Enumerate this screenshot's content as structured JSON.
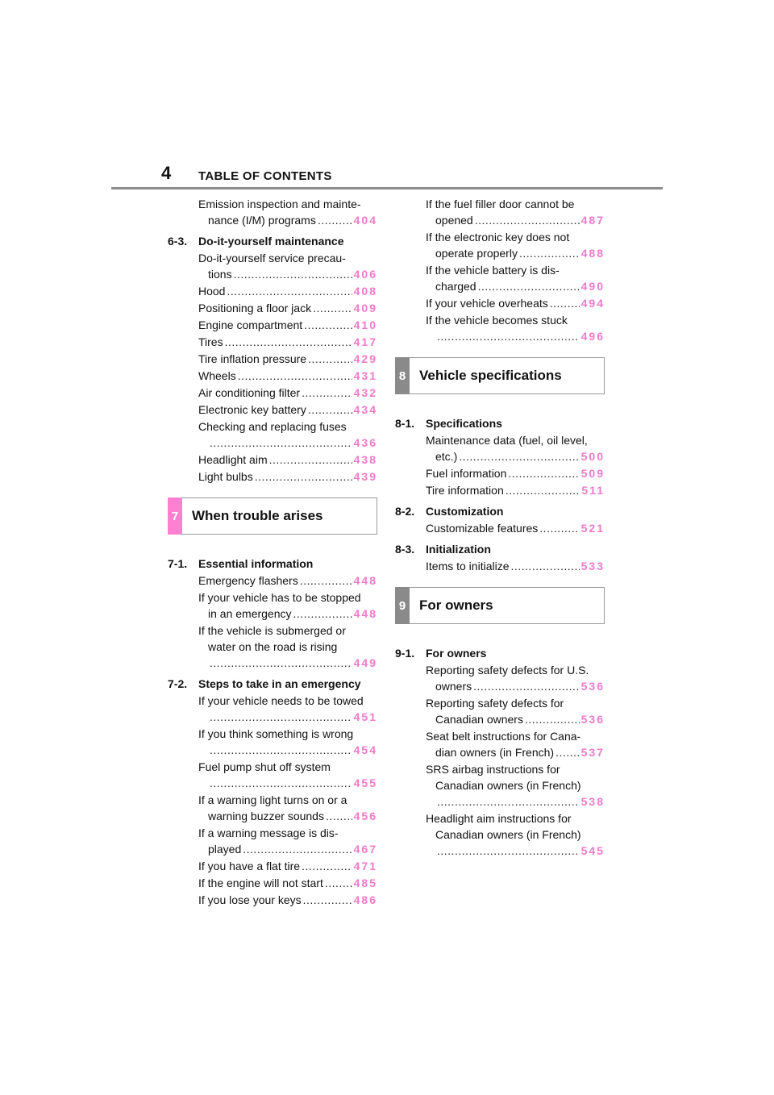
{
  "header": {
    "page_number": "4",
    "title": "TABLE OF CONTENTS"
  },
  "colors": {
    "page_link": "#f07acb",
    "chapter_tab_pink": "#ff7fd0",
    "chapter_tab_gray": "#8a8a8a",
    "rule": "#8c8c8c"
  },
  "left": {
    "cont_entry": {
      "line1": "Emission inspection and mainte-",
      "line2": "nance (I/M) programs",
      "page": "404"
    },
    "sec_6_3": {
      "num": "6-3.",
      "title": "Do-it-yourself maintenance",
      "entries": [
        {
          "line1": "Do-it-yourself service precau-",
          "line2": "tions",
          "page": "406"
        },
        {
          "line1": "Hood",
          "page": "408"
        },
        {
          "line1": "Positioning a floor jack",
          "page": "409"
        },
        {
          "line1": "Engine compartment",
          "page": "410"
        },
        {
          "line1": "Tires",
          "page": "417"
        },
        {
          "line1": "Tire inflation pressure",
          "page": "429"
        },
        {
          "line1": "Wheels",
          "page": "431"
        },
        {
          "line1": "Air conditioning filter",
          "page": "432"
        },
        {
          "line1": "Electronic key battery",
          "page": "434"
        },
        {
          "line1": "Checking and replacing fuses",
          "line2": "",
          "page": "436"
        },
        {
          "line1": "Headlight aim",
          "page": "438"
        },
        {
          "line1": "Light bulbs",
          "page": "439"
        }
      ]
    },
    "chapter7": {
      "num": "7",
      "title": "When trouble arises"
    },
    "sec_7_1": {
      "num": "7-1.",
      "title": "Essential information",
      "entries": [
        {
          "line1": "Emergency flashers",
          "page": "448"
        },
        {
          "line1": "If your vehicle has to be stopped",
          "line2": "in an emergency",
          "page": "448"
        },
        {
          "line1": "If the vehicle is submerged or",
          "line2": "water on the road is rising",
          "line3": "",
          "page": "449"
        }
      ]
    },
    "sec_7_2": {
      "num": "7-2.",
      "title": "Steps to take in an emergency",
      "entries": [
        {
          "line1": "If your vehicle needs to be towed",
          "line2": "",
          "page": "451"
        },
        {
          "line1": "If you think something is wrong",
          "line2": "",
          "page": "454"
        },
        {
          "line1": "Fuel pump shut off system",
          "line2": "",
          "page": "455"
        },
        {
          "line1": "If a warning light turns on or a",
          "line2": "warning buzzer sounds",
          "page": "456"
        },
        {
          "line1": "If a warning message is dis-",
          "line2": "played",
          "page": "467"
        },
        {
          "line1": "If you have a flat tire",
          "page": "471"
        },
        {
          "line1": "If the engine will not start",
          "page": "485"
        },
        {
          "line1": "If you lose your keys",
          "page": "486"
        }
      ]
    }
  },
  "right": {
    "cont_entries": [
      {
        "line1": "If the fuel filler door cannot be",
        "line2": "opened",
        "page": "487"
      },
      {
        "line1": "If the electronic key does not",
        "line2": "operate properly",
        "page": "488"
      },
      {
        "line1": "If the vehicle battery is dis-",
        "line2": "charged",
        "page": "490"
      },
      {
        "line1": "If your vehicle overheats",
        "page": "494"
      },
      {
        "line1": "If the vehicle becomes stuck",
        "line2": "",
        "page": "496"
      }
    ],
    "chapter8": {
      "num": "8",
      "title": "Vehicle specifications"
    },
    "sec_8_1": {
      "num": "8-1.",
      "title": "Specifications",
      "entries": [
        {
          "line1": "Maintenance data (fuel, oil level,",
          "line2": "etc.)",
          "page": "500"
        },
        {
          "line1": "Fuel information",
          "page": "509"
        },
        {
          "line1": "Tire information",
          "page": "511"
        }
      ]
    },
    "sec_8_2": {
      "num": "8-2.",
      "title": "Customization",
      "entries": [
        {
          "line1": "Customizable features",
          "page": "521"
        }
      ]
    },
    "sec_8_3": {
      "num": "8-3.",
      "title": "Initialization",
      "entries": [
        {
          "line1": "Items to initialize",
          "page": "533"
        }
      ]
    },
    "chapter9": {
      "num": "9",
      "title": "For owners"
    },
    "sec_9_1": {
      "num": "9-1.",
      "title": "For owners",
      "entries": [
        {
          "line1": "Reporting safety defects for U.S.",
          "line2": "owners",
          "page": "536"
        },
        {
          "line1": "Reporting safety defects for",
          "line2": "Canadian owners",
          "page": "536"
        },
        {
          "line1": "Seat belt instructions for Cana-",
          "line2": "dian owners (in French)",
          "page": "537"
        },
        {
          "line1": "SRS airbag instructions for",
          "line2": "Canadian owners (in French)",
          "line3": "",
          "page": "538"
        },
        {
          "line1": "Headlight aim instructions for",
          "line2": "Canadian owners (in French)",
          "line3": "",
          "page": "545"
        }
      ]
    }
  }
}
